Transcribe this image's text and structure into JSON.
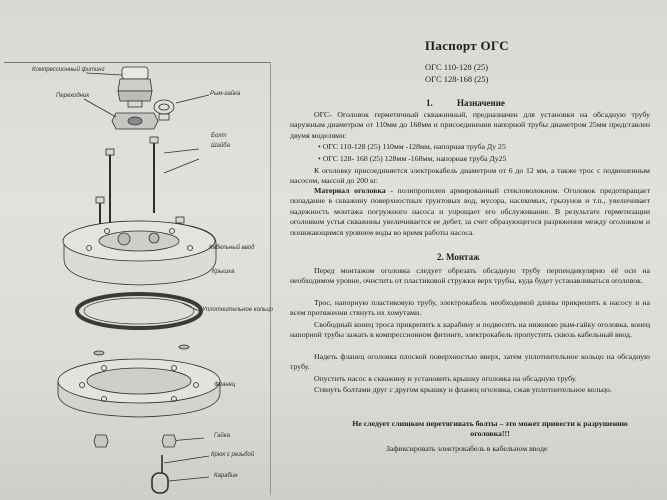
{
  "document": {
    "title": "Паспорт ОГС",
    "models": [
      "ОГС 110-128 (25)",
      "ОГС 128-168 (25)"
    ],
    "section1": {
      "number": "1.",
      "heading": "Назначение",
      "p1": "ОГС- Оголовок герметичный скважинный, предназначен для установки на обсадную трубу наружным диаметром от 110мм до 168мм и присоединения напорной трубы диаметром 25мм представлен двумя моделями:",
      "bullet1": "ОГС 110-128 (25) 110мм -128мм, напорная труба Ду 25",
      "bullet2": "ОГС 128- 168 (25) 128мм -168мм, напорная труба Ду25",
      "p2": "К оголовку присоединяется электрокабель диаметром от 6 до 12 мм, а также трос с подвешенным насосом, массой до 200 кг.",
      "p3_bold": "Материал оголовка",
      "p3_rest": " - полипропилен армированный стекловолокном. Оголовок предотвращает попадание в скважину поверхностных грунтовых вод, мусора, насекомых, грызунов и т.п., увеличивает надежность монтажа погружного насоса и упрощает его обслуживание. В результате герметизации оголовком устья скважины увеличивается ее дебет, за счет образующегося разряжения между оголовком и понижающимся уровнем воды во время работы насоса."
    },
    "section2": {
      "heading": "2. Монтаж",
      "p1": "Перед монтажом оголовка следует обрезать обсадную трубу перпендикулярно её оси на необходимом уровне, очистить от пластиковой стружки верх трубы, куда будет устанавливаться оголовок.",
      "p2": "Трос, напорную пластиковую трубу, электрокабель необходимой длины прикрепить к насосу и на всем протяжении стянуть их хомутами.",
      "p3": "Свободный конец троса прикрепить к карабину и подвесить на нижнюю рым-гайку оголовка, конец напорной трубы зажать в компрессионном фитинге, электрокабель пропустить сквозь кабельный ввод.",
      "p4": "Надеть фланец оголовка плоской поверхностью вверх, затем уплотнительное кольцо на обсадную трубу.",
      "p5": "Опустить насос в скважину и установить крышку оголовка на обсадную трубу.",
      "p6": "Стянуть болтами друг с другом крышку и фланец оголовка, сжав уплотнительное кольцо.",
      "warning": "Не следует слишком перетягивать болты – это может привести к разрушению оголовка!!!",
      "final": "Зафиксировать электрокабель в кабельном вводе"
    }
  },
  "drawing_labels": {
    "fitting": "Компрессионный фитинг",
    "nut": "Переходник",
    "eye_nut_top": "Рым-гайка",
    "bolt": "Болт",
    "washer": "Шайба",
    "cable_entry": "Кабельный ввод",
    "cover": "Крышка",
    "seal_ring": "Уплотнительное кольцо",
    "flange": "Фланец",
    "nut_bottom": "Гайка",
    "hook": "Крюк с резьбой",
    "carabiner": "Карабин"
  }
}
